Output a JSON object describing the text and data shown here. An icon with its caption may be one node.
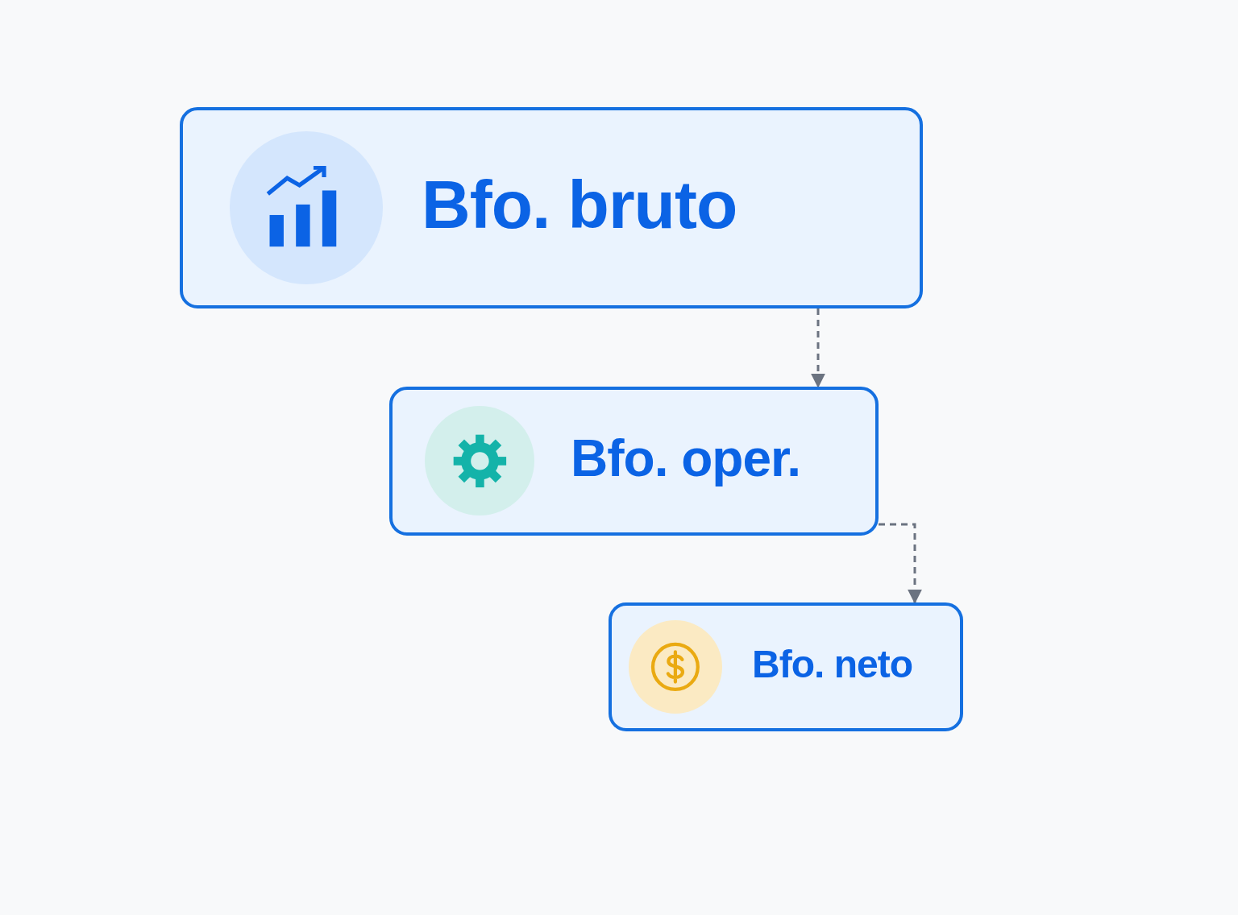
{
  "diagram": {
    "nodes": [
      {
        "text": [
          "Bfo. bruto"
        ]
      },
      {
        "text": [
          "Bfo. oper."
        ]
      },
      {
        "text": [
          "Bfo. neto"
        ]
      }
    ],
    "edges": [
      {
        "from": 0,
        "to": 1,
        "arrow": "to",
        "style": "dashed"
      },
      {
        "from": 1,
        "to": 2,
        "arrow": "to",
        "style": "dashed"
      }
    ]
  }
}
